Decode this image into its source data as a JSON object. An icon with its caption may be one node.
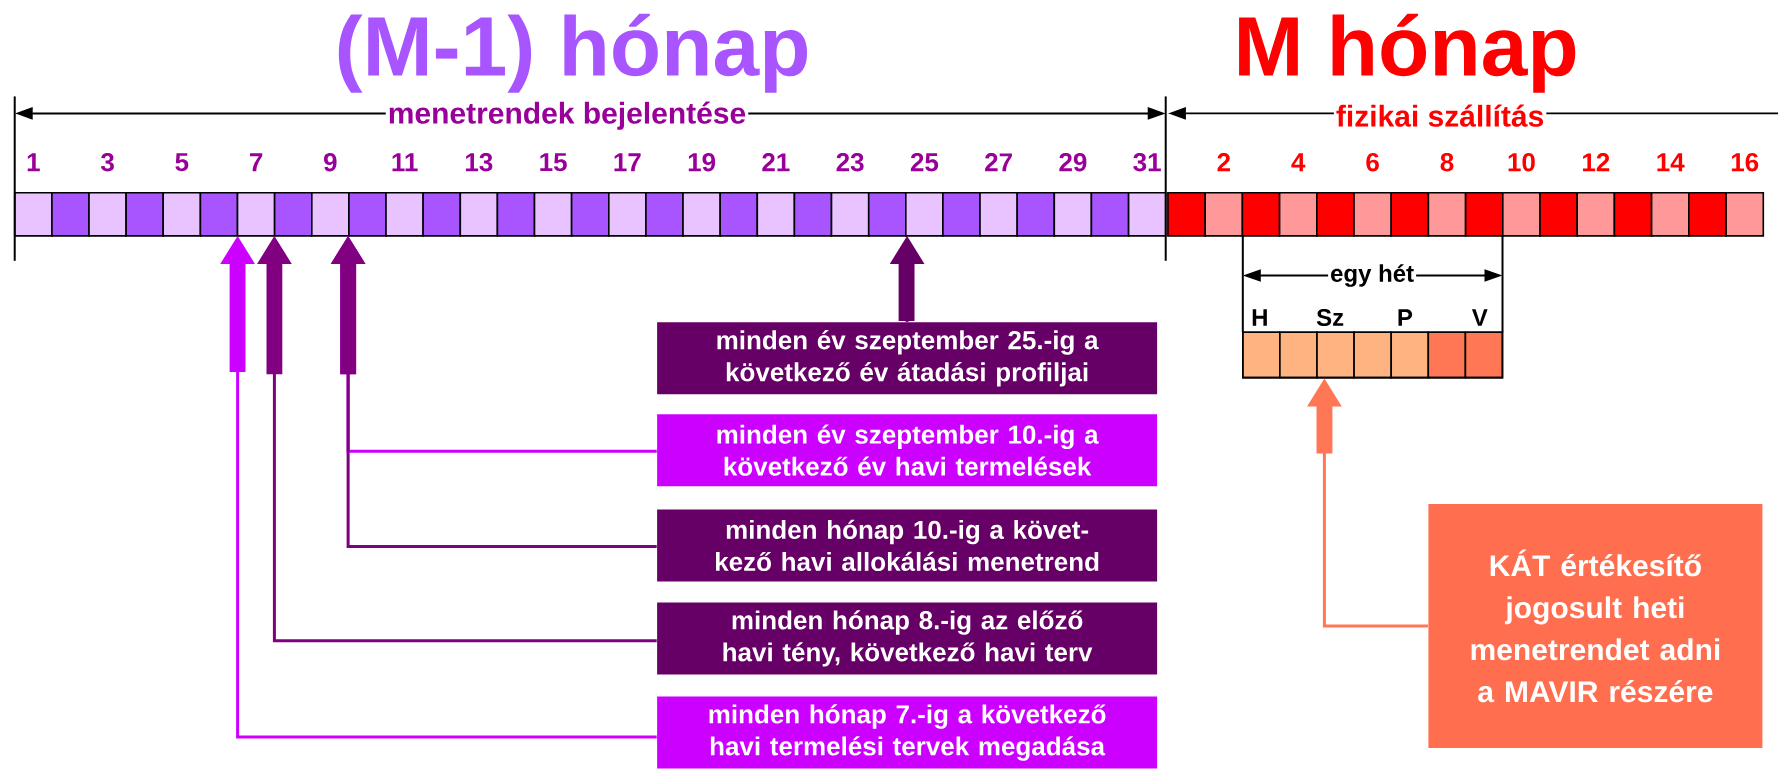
{
  "diagram": {
    "nodes": [
      {
        "text": [
          "minden év szeptember 25.-ig a következő év átadási profiljai"
        ]
      },
      {
        "text": [
          "minden év szeptember 10.-ig a következő év havi termelések"
        ]
      },
      {
        "text": [
          "minden hónap 10.-ig a követ-kező havi allokálási menetrend"
        ]
      },
      {
        "text": [
          "minden hónap 8.-ig az előző havi tény, következő havi terv"
        ]
      },
      {
        "text": [
          "minden hónap 7.-ig a következő havi termelési tervek megadása"
        ]
      },
      {
        "text": [
          "KÁT értékesítő jogosult heti menetrendet adni a MAVIR részére"
        ]
      },
      {
        "text": [],
        "shape": "box"
      }
    ],
    "edges": [
      {
        "from": 0,
        "to": null,
        "arrow": "to",
        "color": "#660066"
      },
      {
        "from": 1,
        "to": null,
        "arrow": "to",
        "color": "#cc00ff"
      },
      {
        "from": 2,
        "to": null,
        "arrow": "to",
        "color": "#800080"
      },
      {
        "from": 3,
        "to": null,
        "arrow": "to",
        "color": "#800080"
      },
      {
        "from": 4,
        "to": null,
        "arrow": "to",
        "color": "#cc00ff"
      },
      {
        "from": 5,
        "to": 6,
        "arrow": "to",
        "color": "#ff7755"
      }
    ],
    "labels": [
      "(M-1) hónap",
      "M hónap",
      "menetrendek bejelentése",
      "fizikai szállítás",
      "1",
      "3",
      "5",
      "7",
      "9",
      "11",
      "13",
      "15",
      "17",
      "19",
      "21",
      "23",
      "25",
      "27",
      "29",
      "31",
      "2",
      "4",
      "6",
      "8",
      "10",
      "12",
      "14",
      "16",
      "egy hét",
      "H",
      "Sz",
      "P",
      "V"
    ]
  }
}
